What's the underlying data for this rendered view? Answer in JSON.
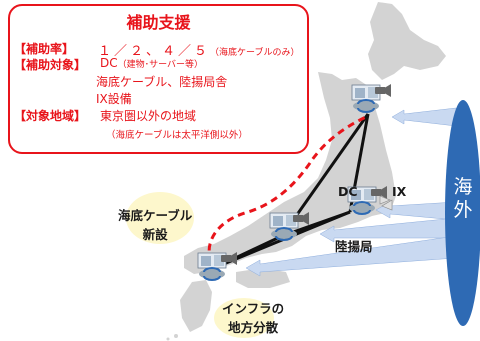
{
  "callout": {
    "title": "補助支援",
    "rows": [
      {
        "label": "【補助率】",
        "value": "１／２、４／５",
        "note": "（海底ケーブルのみ）"
      },
      {
        "label": "【補助対象】",
        "value": "DC",
        "note": "（建物･サーバー等）"
      },
      {
        "label": "【対象地域】",
        "value": "東京圏以外の地域",
        "note": ""
      }
    ],
    "subject_lines": [
      "海底ケーブル、陸揚局舎",
      "IX設備"
    ],
    "region_note": "（海底ケーブルは太平洋側以外）"
  },
  "labels": {
    "submarine": "海底ケーブル\n新設",
    "dc": "DC",
    "ix": "IX",
    "landing": "陸揚局",
    "infra": "インフラの\n地方分散",
    "overseas": "海\n外"
  },
  "colors": {
    "accent_red": "#e8141b",
    "oval_blue": "#2e6ab4",
    "map_gray": "#d3d3d3",
    "arrow_blue": "#c9d9f1",
    "line": "#111111"
  },
  "icons": [
    "datacenter-server-icon",
    "camera-icon",
    "exchange-arrows-icon"
  ]
}
